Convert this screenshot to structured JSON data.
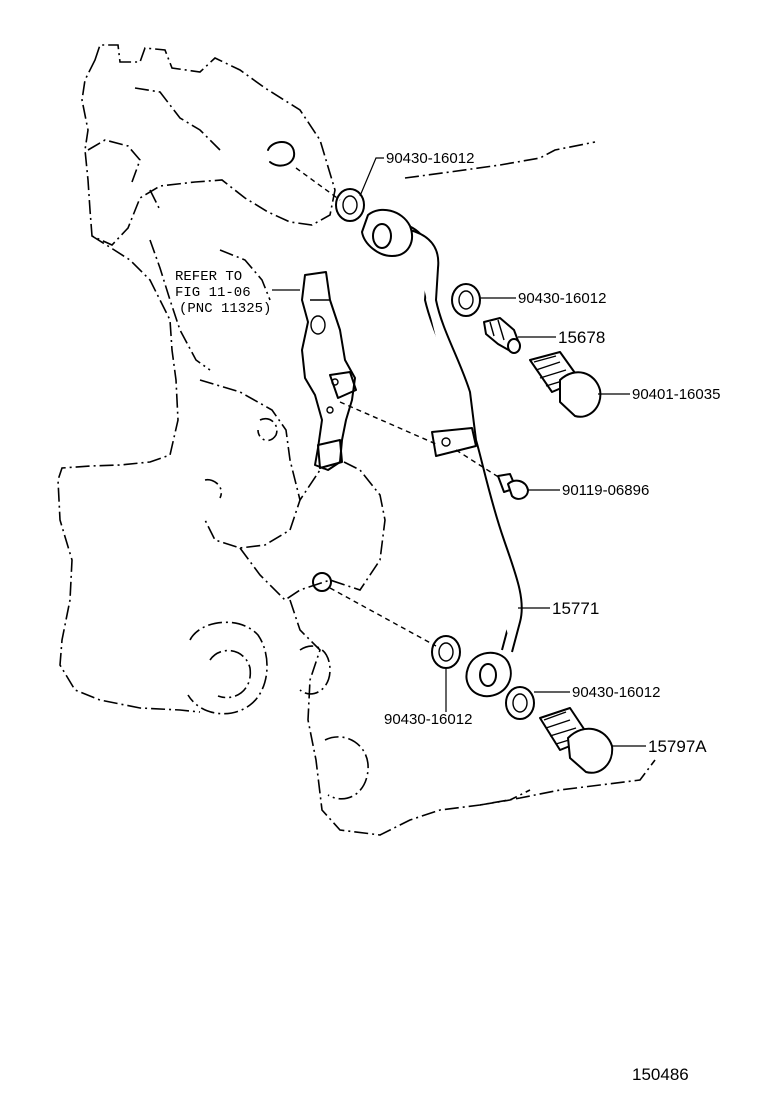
{
  "diagram": {
    "figure_number": "150486",
    "reference_note": {
      "line1": "REFER TO",
      "line2": "FIG 11-06",
      "line3": "(PNC 11325)"
    },
    "callouts": {
      "gasket_top": "90430-16012",
      "gasket_upper_right": "90430-16012",
      "sensor": "15678",
      "union_bolt_upper": "90401-16035",
      "bolt": "90119-06896",
      "oil_pipe": "15771",
      "gasket_lower_left": "90430-16012",
      "gasket_lower_right": "90430-16012",
      "union_bolt_lower": "15797A"
    }
  }
}
